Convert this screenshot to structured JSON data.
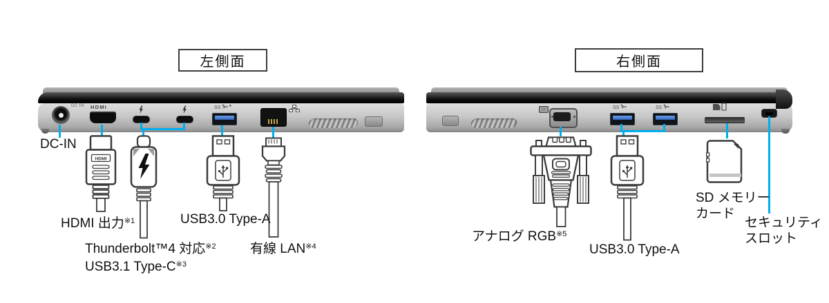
{
  "colors": {
    "callout_line": "#00AEEF",
    "line_art": "#3a3a3a",
    "label_text": "#111111"
  },
  "headers": {
    "left": "左側面",
    "right": "右側面"
  },
  "left_side": {
    "markings": {
      "dc_in": "DC IN",
      "hdmi_logo": "HDMI",
      "usb_ss": "SS"
    },
    "callouts": {
      "dc_in": {
        "label": "DC-IN"
      },
      "hdmi": {
        "label": "HDMI 出力",
        "note": "※1",
        "plug_marking": "HDMI"
      },
      "thunderbolt": {
        "line1": "Thunderbolt™4 対応",
        "note1": "※2",
        "line2": "USB3.1 Type-C",
        "note2": "※3"
      },
      "usb_a": {
        "label": "USB3.0 Type-A"
      },
      "lan": {
        "label": "有線 LAN",
        "note": "※4"
      }
    }
  },
  "right_side": {
    "markings": {
      "usb_ss": "SS"
    },
    "callouts": {
      "analog_rgb": {
        "label": "アナログ RGB",
        "note": "※5"
      },
      "usb_a": {
        "label": "USB3.0 Type-A"
      },
      "sd": {
        "line1": "SD メモリー",
        "line2": "カード"
      },
      "security": {
        "line1": "セキュリティ",
        "line2": "スロット"
      }
    }
  }
}
